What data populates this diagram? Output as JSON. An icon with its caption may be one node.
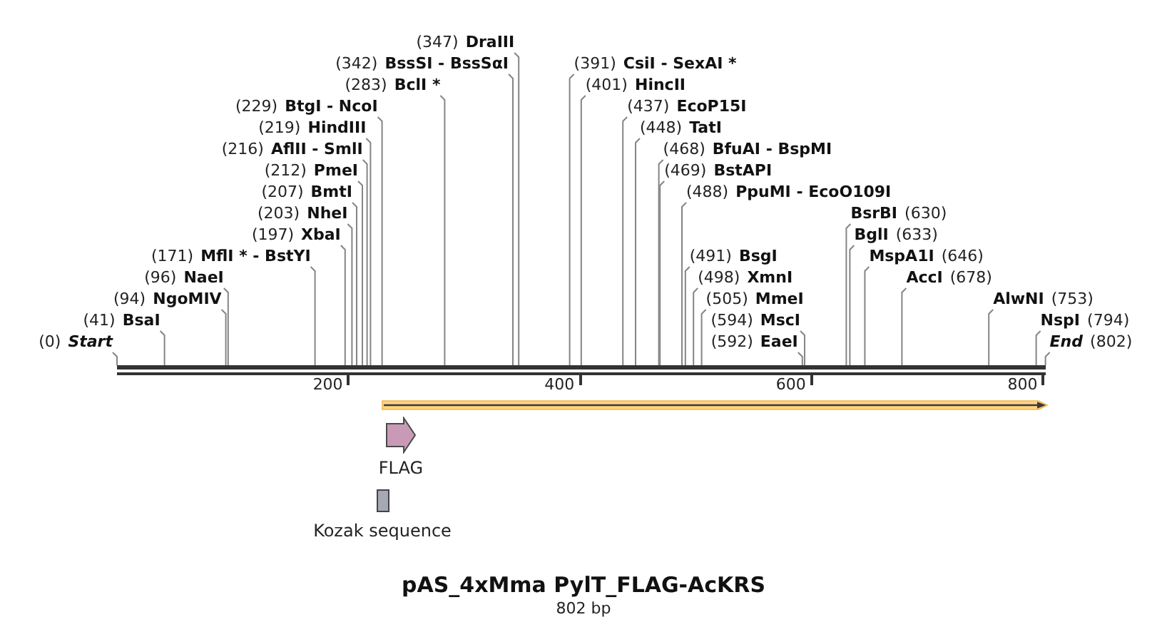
{
  "diagram": {
    "title": "pAS_4xMma PylT_FLAG-AcKRS",
    "caption": "802 bp",
    "nodes": [
      {
        "text": [
          "(0)",
          "Start"
        ]
      },
      {
        "text": [
          "(41)",
          "BsaI"
        ]
      },
      {
        "text": [
          "(94)",
          "NgoMIV"
        ]
      },
      {
        "text": [
          "(96)",
          "NaeI"
        ]
      },
      {
        "text": [
          "(171)",
          "MflI * - BstYI"
        ]
      },
      {
        "text": [
          "(197)",
          "XbaI"
        ]
      },
      {
        "text": [
          "(203)",
          "NheI"
        ]
      },
      {
        "text": [
          "(207)",
          "BmtI"
        ]
      },
      {
        "text": [
          "(212)",
          "PmeI"
        ]
      },
      {
        "text": [
          "(216)",
          "AflII - SmlI"
        ]
      },
      {
        "text": [
          "(219)",
          "HindIII"
        ]
      },
      {
        "text": [
          "(229)",
          "BtgI - NcoI"
        ]
      },
      {
        "text": [
          "(283)",
          "BclI *"
        ]
      },
      {
        "text": [
          "(342)",
          "BssSI - BssSαI"
        ]
      },
      {
        "text": [
          "(347)",
          "DraIII"
        ]
      },
      {
        "text": [
          "(391)",
          "CsiI - SexAI *"
        ]
      },
      {
        "text": [
          "(401)",
          "HincII"
        ]
      },
      {
        "text": [
          "(437)",
          "EcoP15I"
        ]
      },
      {
        "text": [
          "(448)",
          "TatI"
        ]
      },
      {
        "text": [
          "(468)",
          "BfuAI - BspMI"
        ]
      },
      {
        "text": [
          "(469)",
          "BstAPI"
        ]
      },
      {
        "text": [
          "(488)",
          "PpuMI - EcoO109I"
        ]
      },
      {
        "text": [
          "(491)",
          "BsgI"
        ]
      },
      {
        "text": [
          "(498)",
          "XmnI"
        ]
      },
      {
        "text": [
          "(505)",
          "MmeI"
        ]
      },
      {
        "text": [
          "(592)",
          "EaeI"
        ]
      },
      {
        "text": [
          "(594)",
          "MscI"
        ]
      },
      {
        "text": [
          "BsrBI",
          "(630)"
        ]
      },
      {
        "text": [
          "BglI",
          "(633)"
        ]
      },
      {
        "text": [
          "MspA1I",
          "(646)"
        ]
      },
      {
        "text": [
          "AccI",
          "(678)"
        ]
      },
      {
        "text": [
          "AlwNI",
          "(753)"
        ]
      },
      {
        "text": [
          "NspI",
          "(794)"
        ]
      },
      {
        "text": [
          "End",
          "(802)"
        ]
      },
      {
        "text": [],
        "shape": "bar"
      },
      {
        "text": [],
        "shape": "arrow"
      },
      {
        "text": [
          "FLAG"
        ]
      },
      {
        "text": [
          "Kozak sequence"
        ]
      }
    ],
    "edges": [
      {
        "from": 0,
        "to": 34,
        "arrow": "none"
      },
      {
        "from": 1,
        "to": 34,
        "arrow": "none"
      },
      {
        "from": 2,
        "to": 34,
        "arrow": "none"
      },
      {
        "from": 3,
        "to": 34,
        "arrow": "none"
      },
      {
        "from": 4,
        "to": 34,
        "arrow": "none"
      },
      {
        "from": 5,
        "to": 34,
        "arrow": "none"
      },
      {
        "from": 6,
        "to": 34,
        "arrow": "none"
      },
      {
        "from": 7,
        "to": 34,
        "arrow": "none"
      },
      {
        "from": 8,
        "to": 34,
        "arrow": "none"
      },
      {
        "from": 9,
        "to": 34,
        "arrow": "none"
      },
      {
        "from": 10,
        "to": 34,
        "arrow": "none"
      },
      {
        "from": 11,
        "to": 34,
        "arrow": "none"
      },
      {
        "from": 12,
        "to": 34,
        "arrow": "none"
      },
      {
        "from": 13,
        "to": 34,
        "arrow": "none"
      },
      {
        "from": 14,
        "to": 34,
        "arrow": "none"
      },
      {
        "from": 15,
        "to": 34,
        "arrow": "none"
      },
      {
        "from": 16,
        "to": 34,
        "arrow": "none"
      },
      {
        "from": 17,
        "to": 34,
        "arrow": "none"
      },
      {
        "from": 18,
        "to": 34,
        "arrow": "none"
      },
      {
        "from": 19,
        "to": 34,
        "arrow": "none"
      },
      {
        "from": 20,
        "to": 34,
        "arrow": "none"
      },
      {
        "from": 21,
        "to": 34,
        "arrow": "none"
      },
      {
        "from": 22,
        "to": 34,
        "arrow": "none"
      },
      {
        "from": 23,
        "to": 34,
        "arrow": "none"
      },
      {
        "from": 24,
        "to": 34,
        "arrow": "none"
      },
      {
        "from": 25,
        "to": 34,
        "arrow": "none"
      },
      {
        "from": 26,
        "to": 34,
        "arrow": "none"
      },
      {
        "from": 27,
        "to": 34,
        "arrow": "none"
      },
      {
        "from": 28,
        "to": 34,
        "arrow": "none"
      },
      {
        "from": 29,
        "to": 34,
        "arrow": "none"
      },
      {
        "from": 30,
        "to": 34,
        "arrow": "none"
      },
      {
        "from": 31,
        "to": 34,
        "arrow": "none"
      },
      {
        "from": 32,
        "to": 34,
        "arrow": "none"
      },
      {
        "from": 33,
        "to": 34,
        "arrow": "none"
      }
    ],
    "labels": [
      "200",
      "400",
      "600",
      "800"
    ]
  }
}
